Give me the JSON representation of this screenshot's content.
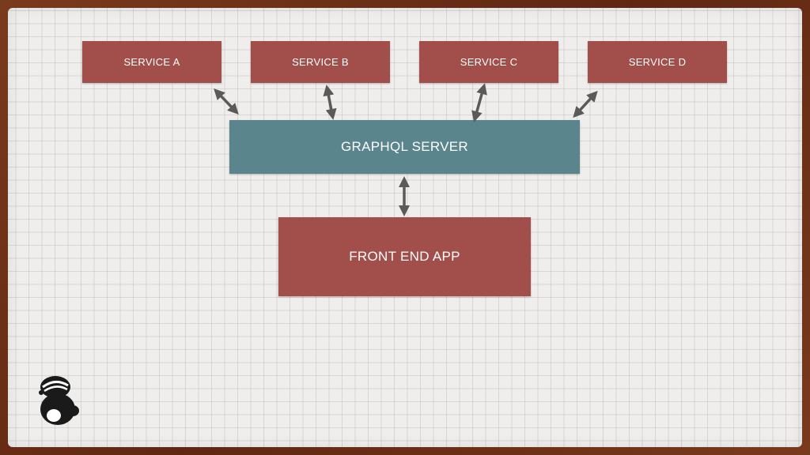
{
  "diagram": {
    "services": [
      {
        "label": "SERVICE A"
      },
      {
        "label": "SERVICE B"
      },
      {
        "label": "SERVICE C"
      },
      {
        "label": "SERVICE D"
      }
    ],
    "server": {
      "label": "GRAPHQL SERVER"
    },
    "frontend": {
      "label": "FRONT END APP"
    }
  },
  "colors": {
    "service_box": "#a24f4b",
    "server_box": "#5a858d",
    "frontend_box": "#a24f4b",
    "arrow": "#5a5a5a",
    "frame": "#6e2f16",
    "paper": "#efeeec"
  },
  "logo": {
    "icon": "badger-icon"
  }
}
